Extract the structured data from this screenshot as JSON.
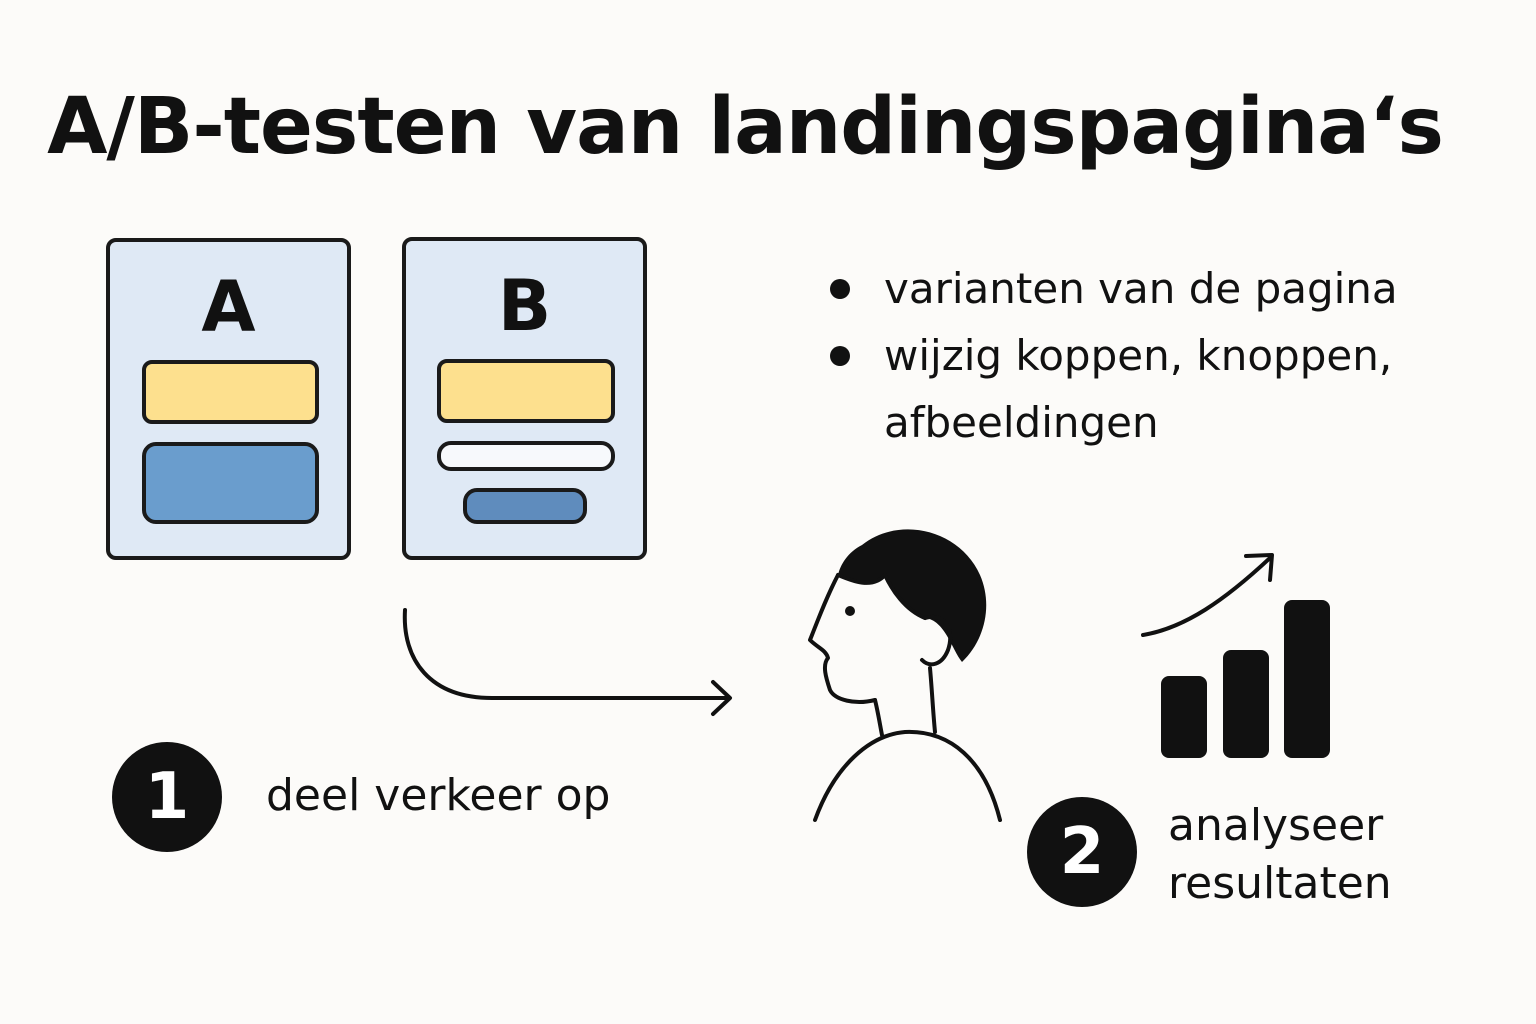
{
  "title": "A/B-testen van landingspagina‘s",
  "variants": {
    "a_label": "A",
    "b_label": "B"
  },
  "bullets": [
    "varianten van de pagina",
    "wijzig koppen, knoppen, afbeeldingen"
  ],
  "steps": [
    {
      "number": "1",
      "label": "deel verkeer op"
    },
    {
      "number": "2",
      "label": "analyseer resultaten"
    }
  ],
  "colors": {
    "background": "#fcfbf9",
    "card_fill": "#dfe9f5",
    "yellow_block": "#fde08e",
    "blue_block": "#6a9dcd",
    "ink": "#111111"
  },
  "icons": [
    "curved-arrow-icon",
    "person-icon",
    "bar-chart-icon",
    "trend-arrow-icon"
  ]
}
